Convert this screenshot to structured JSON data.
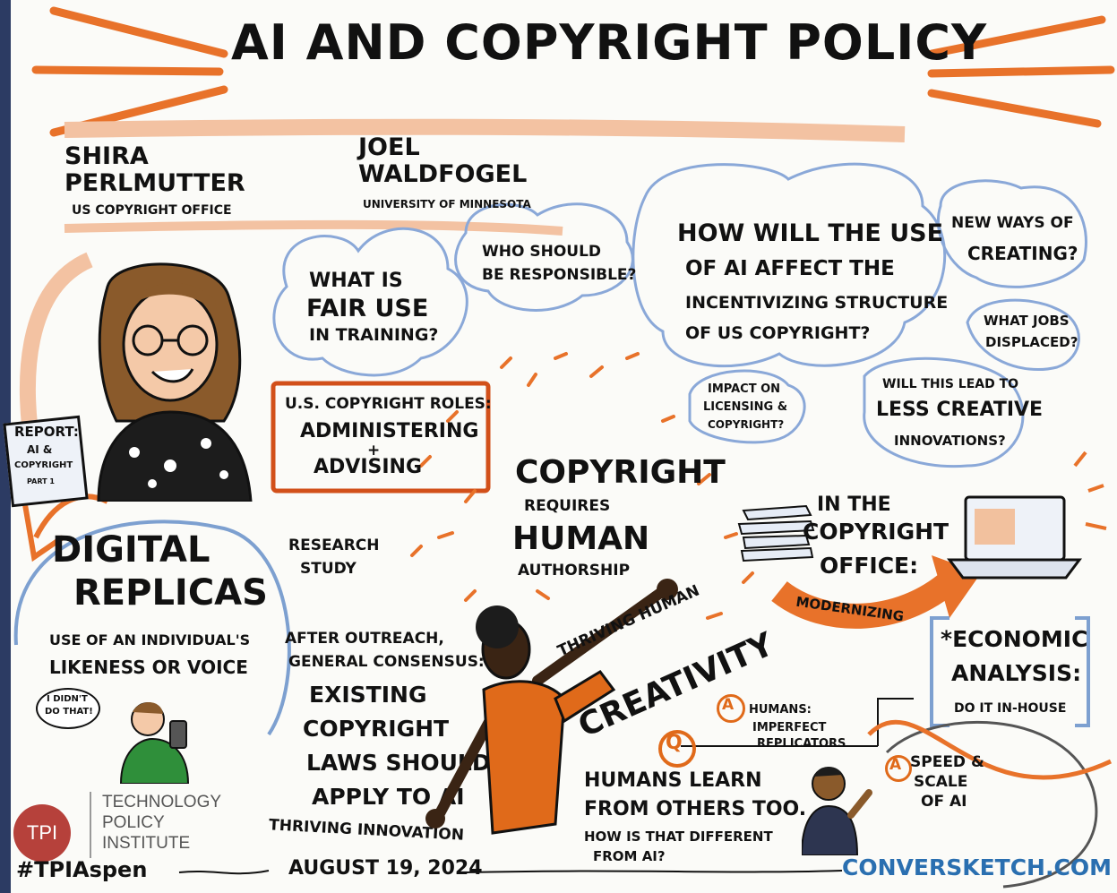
{
  "title": "AI and Copyright Policy",
  "speakers": [
    {
      "name_line1": "Shira",
      "name_line2": "Perlmutter",
      "affiliation": "US Copyright Office"
    },
    {
      "name_line1": "Joel",
      "name_line2": "Waldfogel",
      "affiliation": "University of Minnesota"
    }
  ],
  "report": {
    "line1": "Report:",
    "line2": "AI &",
    "line3": "Copyright",
    "line4": "Part 1"
  },
  "questions": {
    "fair_use": {
      "l1": "What is",
      "l2": "Fair Use",
      "l3": "in Training?"
    },
    "responsible": {
      "l1": "Who should",
      "l2": "be Responsible?"
    },
    "incentive": {
      "l1": "How will the Use",
      "l2": "of AI affect the",
      "l3": "Incentivizing Structure",
      "l4": "of US Copyright?"
    },
    "new_ways": {
      "l1": "New ways of",
      "l2": "creating?"
    },
    "jobs": {
      "l1": "What jobs",
      "l2": "displaced?"
    },
    "licensing": {
      "l1": "Impact on",
      "l2": "licensing &",
      "l3": "copyright?"
    },
    "less_creative": {
      "l1": "Will this lead to",
      "l2": "less creative",
      "l3": "innovations?"
    }
  },
  "roles": {
    "l1": "U.S. Copyright Roles:",
    "l2": "Administering",
    "l3": "+",
    "l4": "Advising"
  },
  "research": {
    "l1": "Research",
    "l2": "Study"
  },
  "human_authorship": {
    "l1": "Copyright",
    "l2": "Requires",
    "l3": "Human",
    "l4": "Authorship"
  },
  "digital_replicas": {
    "l1": "Digital",
    "l2": "Replicas",
    "d1": "Use of an Individual's",
    "d2": "Likeness or Voice",
    "speech1": "I didn't",
    "speech2": "do that!"
  },
  "outreach": {
    "l1": "After Outreach,",
    "l2": "General Consensus:",
    "l3": "Existing",
    "l4": "Copyright",
    "l5": "Laws should",
    "l6": "Apply to AI"
  },
  "thriving_innovation": "Thriving Innovation",
  "thriving_creativity": {
    "l1": "Thriving Human",
    "l2": "Creativity"
  },
  "copyright_office": {
    "l1": "In the",
    "l2": "Copyright",
    "l3": "Office:",
    "banner": "Modernizing"
  },
  "economic": {
    "l1": "*Economic",
    "l2": "Analysis:",
    "l3": "Do it in-house"
  },
  "qa": {
    "q_badge": "Q",
    "a_badge": "A",
    "a1_l1": "Humans:",
    "a1_l2": "imperfect",
    "a1_l3": "replicators",
    "q_l1": "Humans learn",
    "q_l2": "from others too.",
    "q_l3": "How is that different",
    "q_l4": "from AI?",
    "a2_l1": "Speed &",
    "a2_l2": "scale",
    "a2_l3": "of AI"
  },
  "footer": {
    "hashtag": "#TPIAspen",
    "date": "August 19, 2024",
    "credit": "ConverSketch.com"
  },
  "tpi": {
    "abbr": "TPI",
    "l1": "Technology",
    "l2": "Policy",
    "l3": "Institute"
  },
  "colors": {
    "orange": "#e06a1a",
    "blue": "#2a6fb0",
    "ink": "#111111",
    "tpi_red": "#b6413b",
    "peach": "#f3c2a2"
  }
}
